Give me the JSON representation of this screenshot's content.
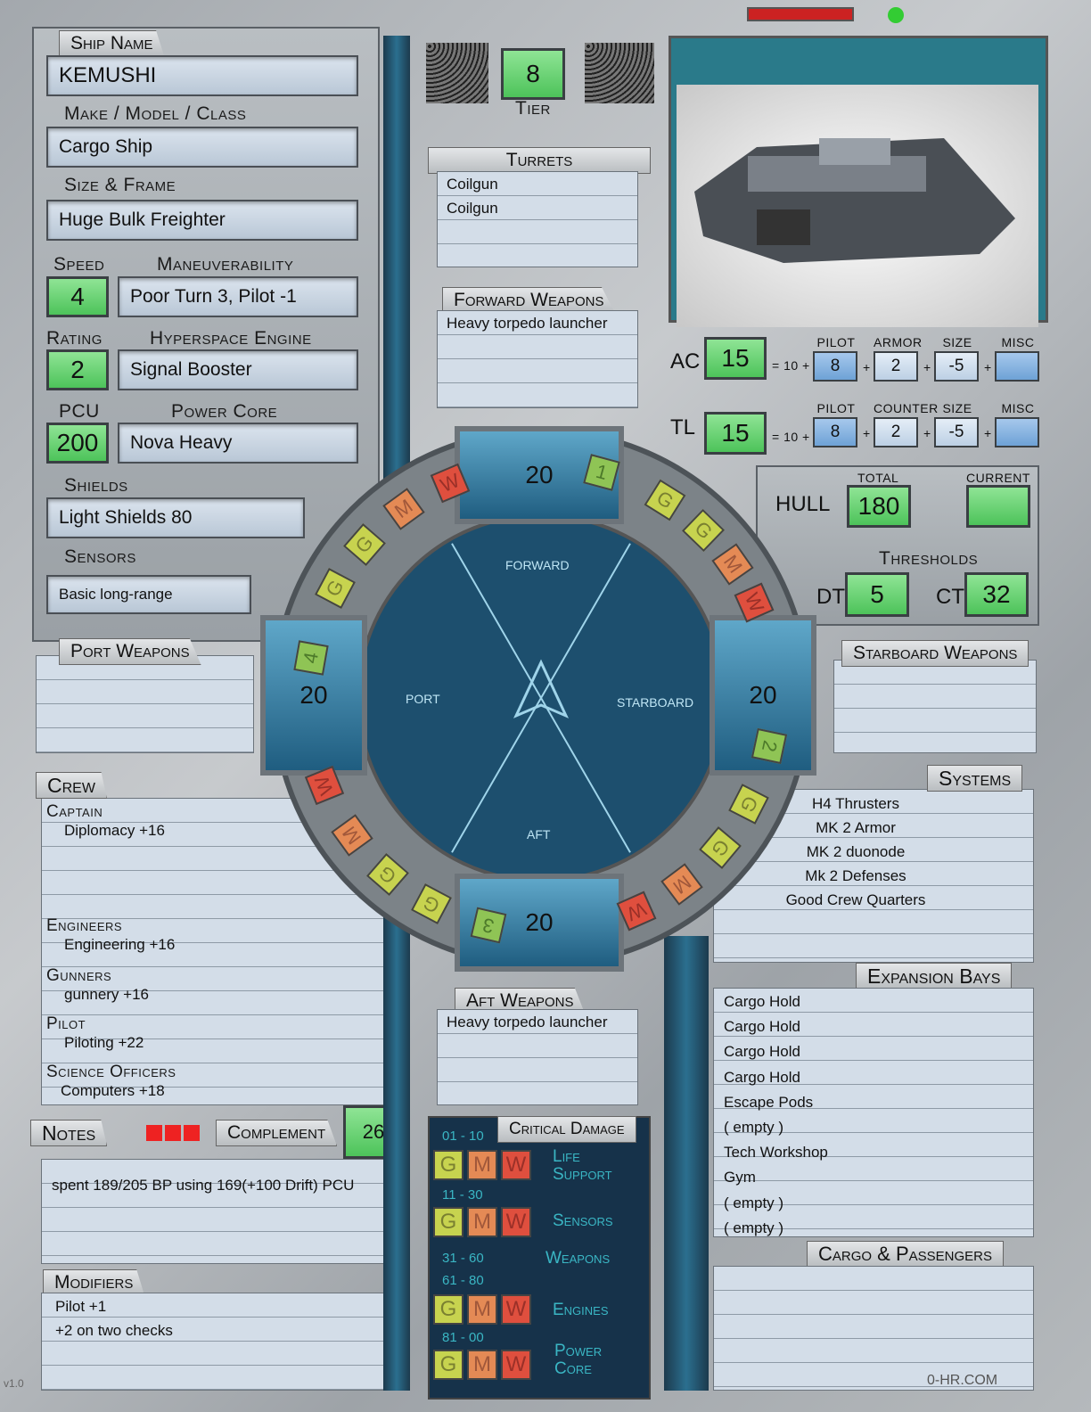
{
  "ship": {
    "name_label": "Ship Name",
    "name": "KEMUSHI",
    "make_label": "Make / Model / Class",
    "make": "Cargo Ship",
    "size_label": "Size & Frame",
    "size": "Huge Bulk Freighter",
    "tier_label": "Tier",
    "tier": "8"
  },
  "movement": {
    "speed_label": "Speed",
    "speed": "4",
    "maneuver_label": "Maneuverability",
    "maneuver": "Poor Turn 3, Pilot -1",
    "rating_label": "Rating",
    "rating": "2",
    "hyper_label": "Hyperspace Engine",
    "hyper": "Signal Booster",
    "pcu_label": "PCU",
    "pcu": "200",
    "core_label": "Power Core",
    "core": "Nova Heavy"
  },
  "shields": {
    "label": "Shields",
    "value": "Light Shields 80"
  },
  "sensors": {
    "label": "Sensors",
    "value": "Basic long-range"
  },
  "turrets": {
    "label": "Turrets",
    "items": [
      "Coilgun",
      "Coilgun"
    ]
  },
  "forward": {
    "label": "Forward Weapons",
    "items": [
      "Heavy torpedo launcher"
    ]
  },
  "aft": {
    "label": "Aft Weapons",
    "items": [
      "Heavy torpedo launcher"
    ]
  },
  "port": {
    "label": "Port Weapons"
  },
  "starboard": {
    "label": "Starboard Weapons"
  },
  "defense": {
    "ac_label": "AC",
    "ac": "15",
    "tl_label": "TL",
    "tl": "15",
    "eq": "= 10 +",
    "plus": "+",
    "ac_parts": [
      {
        "label": "Pilot",
        "value": "8"
      },
      {
        "label": "Armor",
        "value": "2"
      },
      {
        "label": "Size",
        "value": "-5"
      },
      {
        "label": "Misc",
        "value": ""
      }
    ],
    "tl_parts": [
      {
        "label": "Pilot",
        "value": "8"
      },
      {
        "label": "Counter",
        "value": "2"
      },
      {
        "label": "Size",
        "value": "-5"
      },
      {
        "label": "Misc",
        "value": ""
      }
    ]
  },
  "hull": {
    "label": "HULL",
    "total_label": "TOTAL",
    "total": "180",
    "current_label": "CURRENT",
    "current": "",
    "thresholds_label": "Thresholds",
    "dt_label": "DT",
    "dt": "5",
    "ct_label": "CT",
    "ct": "32"
  },
  "arcs": {
    "forward": "FORWARD",
    "port": "PORT",
    "starboard": "STARBOARD",
    "aft": "AFT",
    "forward_shield": "20",
    "port_shield": "20",
    "starboard_shield": "20",
    "aft_shield": "20",
    "q1": "1",
    "q2": "2",
    "q3": "3",
    "q4": "4",
    "g": "G",
    "m": "M",
    "w": "W"
  },
  "crew": {
    "label": "Crew",
    "roles": [
      {
        "role": "Captain",
        "skill": "Diplomacy  +16"
      },
      {
        "role": "Engineers",
        "skill": "Engineering +16"
      },
      {
        "role": "Gunners",
        "skill": "gunnery  +16"
      },
      {
        "role": "Pilot",
        "skill": "Piloting +22"
      },
      {
        "role": "Science Officers",
        "skill": "Computers +18"
      }
    ]
  },
  "complement": {
    "label": "Complement",
    "value": "26"
  },
  "notes": {
    "label": "Notes",
    "text": "spent  189/205 BP    using 169(+100 Drift) PCU"
  },
  "modifiers": {
    "label": "Modifiers",
    "items": [
      "Pilot +1",
      "+2 on two checks"
    ]
  },
  "systems": {
    "label": "Systems",
    "items": [
      "H4 Thrusters",
      "MK 2 Armor",
      "MK 2 duonode",
      "Mk 2 Defenses",
      "Good Crew Quarters"
    ]
  },
  "bays": {
    "label": "Expansion Bays",
    "items": [
      "Cargo Hold",
      "Cargo Hold",
      "Cargo Hold",
      "Cargo Hold",
      "Escape Pods",
      "( empty )",
      "Tech Workshop",
      "Gym",
      "( empty )",
      "( empty )"
    ]
  },
  "cargo": {
    "label": "Cargo & Passengers"
  },
  "critical": {
    "label": "Critical Damage",
    "rows": [
      {
        "range": "01 - 10",
        "system": "Life Support"
      },
      {
        "range": "11 - 30",
        "system": "Sensors"
      },
      {
        "range": "31 - 60",
        "system": "Weapons"
      },
      {
        "range": "61 - 80",
        "system": "Engines"
      },
      {
        "range": "81 - 00",
        "system": "Power Core"
      }
    ]
  },
  "footer": {
    "version": "v1.0",
    "site": "0-HR.COM"
  },
  "colors": {
    "green": "#5ccb66",
    "blue": "#7fb0e0",
    "panel": "#1f5d80"
  }
}
